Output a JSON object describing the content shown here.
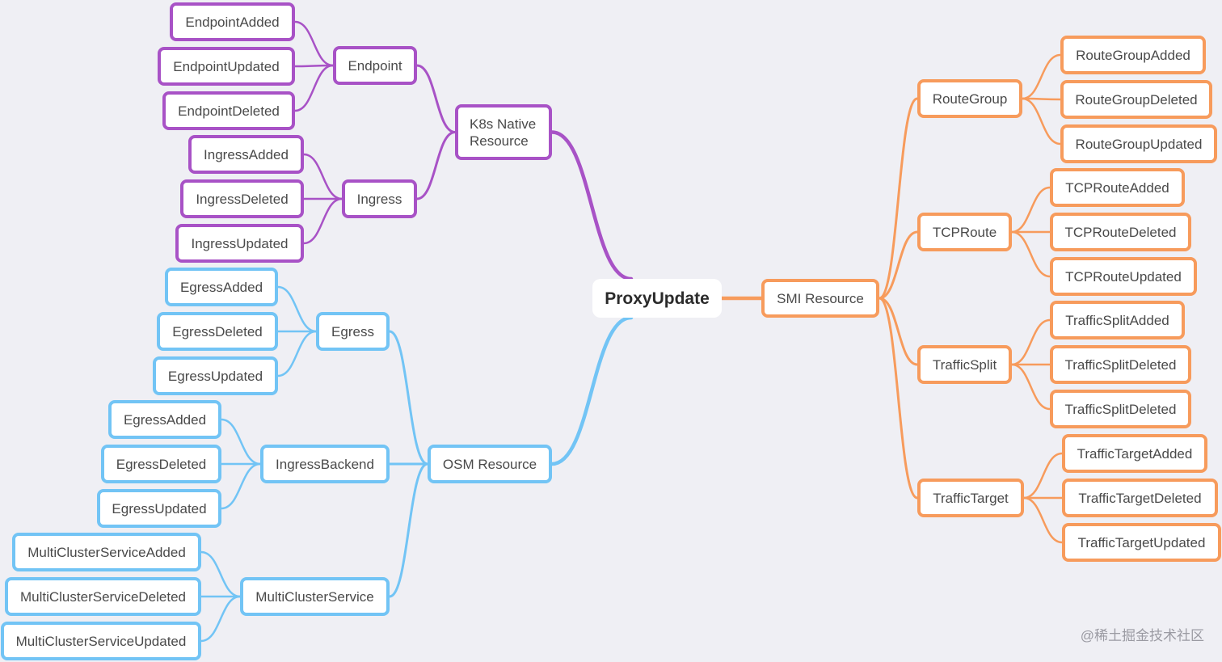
{
  "root": {
    "label": "ProxyUpdate"
  },
  "branches": {
    "k8s": {
      "label": "K8s Native\nResource",
      "endpoint": {
        "label": "Endpoint",
        "children": [
          "EndpointAdded",
          "EndpointUpdated",
          "EndpointDeleted"
        ]
      },
      "ingress": {
        "label": "Ingress",
        "children": [
          "IngressAdded",
          "IngressDeleted",
          "IngressUpdated"
        ]
      }
    },
    "osm": {
      "label": "OSM Resource",
      "egress": {
        "label": "Egress",
        "children": [
          "EgressAdded",
          "EgressDeleted",
          "EgressUpdated"
        ]
      },
      "ingress_backend": {
        "label": "IngressBackend",
        "children": [
          "EgressAdded",
          "EgressDeleted",
          "EgressUpdated"
        ]
      },
      "multicluster": {
        "label": "MultiClusterService",
        "children": [
          "MultiClusterServiceAdded",
          "MultiClusterServiceDeleted",
          "MultiClusterServiceUpdated"
        ]
      }
    },
    "smi": {
      "label": "SMI Resource",
      "routegroup": {
        "label": "RouteGroup",
        "children": [
          "RouteGroupAdded",
          "RouteGroupDeleted",
          "RouteGroupUpdated"
        ]
      },
      "tcproute": {
        "label": "TCPRoute",
        "children": [
          "TCPRouteAdded",
          "TCPRouteDeleted",
          "TCPRouteUpdated"
        ]
      },
      "trafficsplit": {
        "label": "TrafficSplit",
        "children": [
          "TrafficSplitAdded",
          "TrafficSplitDeleted",
          "TrafficSplitDeleted"
        ]
      },
      "traffictarget": {
        "label": "TrafficTarget",
        "children": [
          "TrafficTargetAdded",
          "TrafficTargetDeleted",
          "TrafficTargetUpdated"
        ]
      }
    }
  },
  "colors": {
    "k8s": "#a852c6",
    "osm": "#72c4f5",
    "smi": "#f79b5c",
    "background": "#efeff4"
  },
  "watermark": "@稀土掘金技术社区"
}
